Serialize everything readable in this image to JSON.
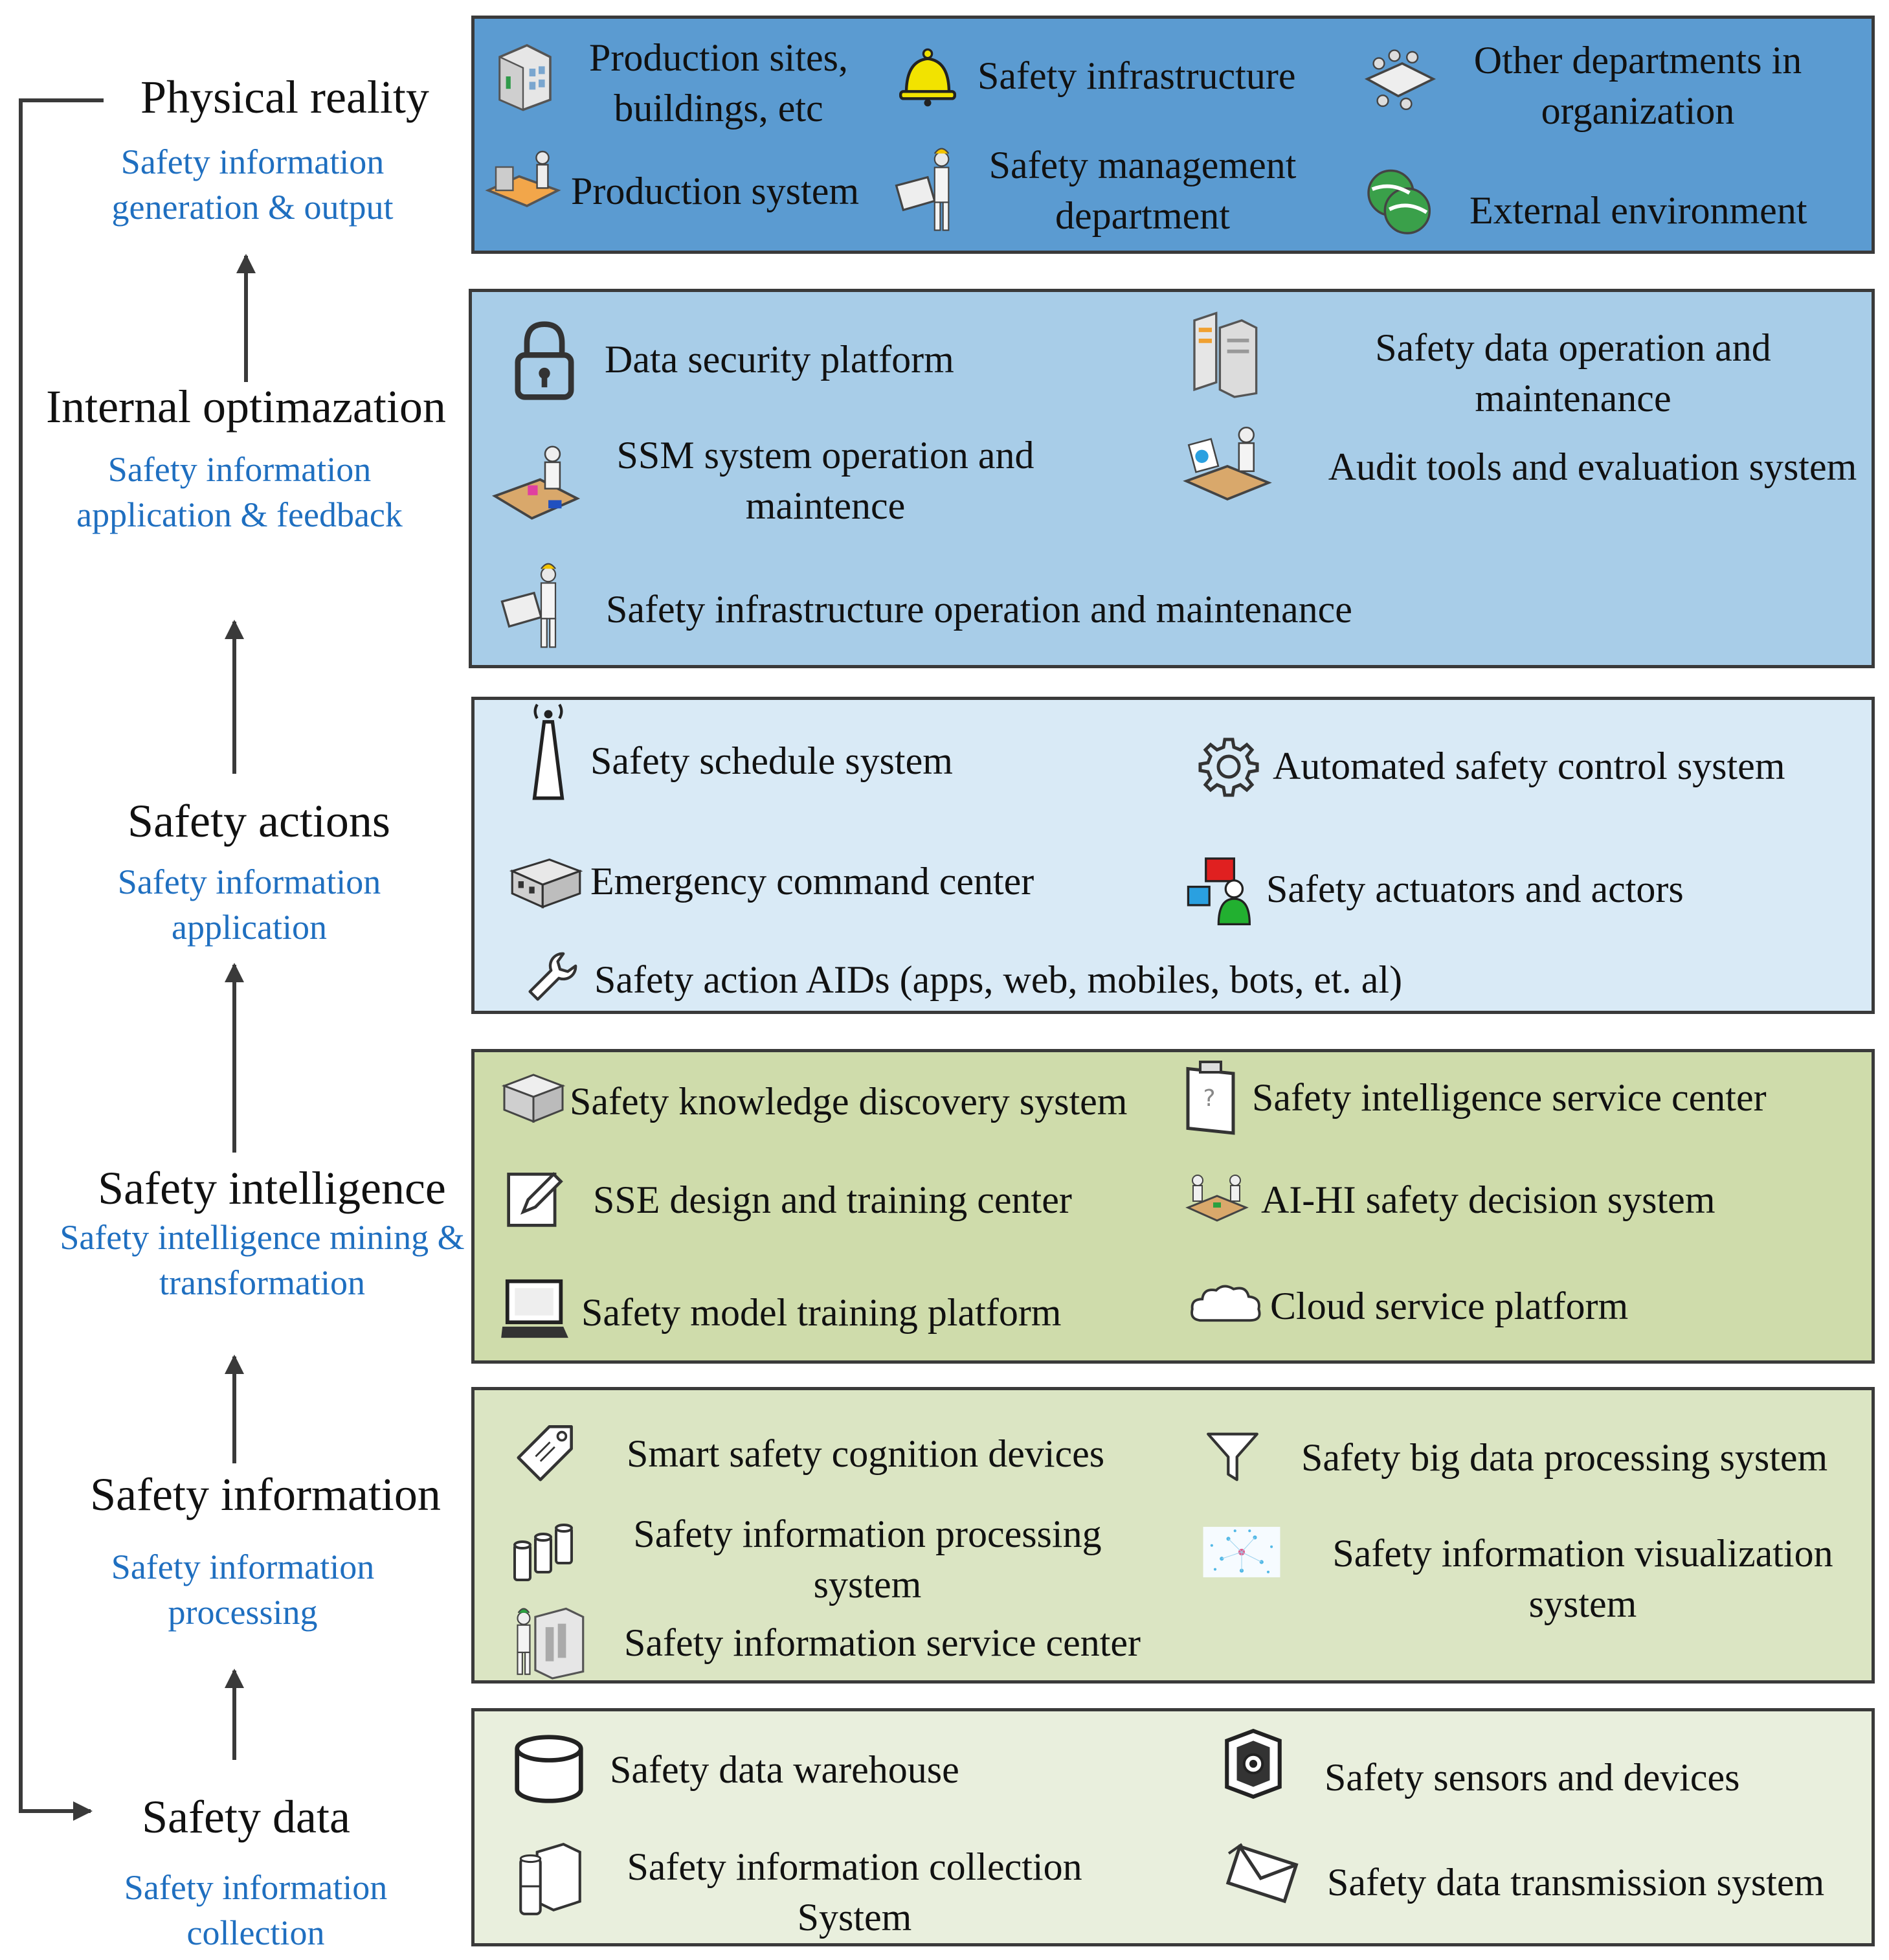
{
  "colors": {
    "stage_title": "#111111",
    "stage_sub": "#1f6fc0",
    "panel_physical": "#5b9bd1",
    "panel_optimization": "#a8cde8",
    "panel_actions": "#d9eaf6",
    "panel_intelligence": "#cfdcab",
    "panel_information": "#dbe5c3",
    "panel_data": "#e9efdd",
    "border": "#3a3a3a",
    "arrow": "#3a3a3a"
  },
  "stages": [
    {
      "title": "Physical reality",
      "subtitle": "Safety information generation & output"
    },
    {
      "title": "Internal optimazation",
      "subtitle": "Safety information application & feedback"
    },
    {
      "title": "Safety actions",
      "subtitle": "Safety information application"
    },
    {
      "title": "Safety intelligence",
      "subtitle": "Safety intelligence mining & transformation"
    },
    {
      "title": "Safety information",
      "subtitle": "Safety information processing"
    },
    {
      "title": "Safety data",
      "subtitle": "Safety information collection"
    }
  ],
  "panels": {
    "physical": {
      "items": [
        {
          "label": "Production sites, buildings, etc",
          "icon": "building-icon"
        },
        {
          "label": "Safety infrastructure",
          "icon": "bell-icon"
        },
        {
          "label": "Other departments in organization",
          "icon": "meeting-icon"
        },
        {
          "label": "Production system",
          "icon": "worker-machine-icon"
        },
        {
          "label": "Safety management department",
          "icon": "engineer-blueprint-icon"
        },
        {
          "label": "External environment",
          "icon": "globe-icon"
        }
      ]
    },
    "optimization": {
      "items": [
        {
          "label": "Data security platform",
          "icon": "padlock-icon"
        },
        {
          "label": "Safety data operation and maintenance",
          "icon": "server-rack-icon"
        },
        {
          "label": "SSM system operation and maintence",
          "icon": "operator-desk-icon"
        },
        {
          "label": "Audit tools and evaluation system",
          "icon": "auditor-icon"
        },
        {
          "label": "Safety infrastructure operation and maintenance",
          "icon": "engineer-blueprint-icon"
        }
      ]
    },
    "actions": {
      "items": [
        {
          "label": "Safety schedule system",
          "icon": "antenna-tower-icon"
        },
        {
          "label": "Automated safety control system",
          "icon": "gear-icon"
        },
        {
          "label": "Emergency command center",
          "icon": "router-box-icon"
        },
        {
          "label": "Safety actuators and actors",
          "icon": "actor-monitor-icon"
        },
        {
          "label": "Safety action AIDs (apps, web, mobiles, bots, et. al)",
          "icon": "wrench-icon"
        }
      ]
    },
    "intelligence": {
      "items": [
        {
          "label": "Safety knowledge discovery system",
          "icon": "stack-icon"
        },
        {
          "label": "Safety intelligence service center",
          "icon": "clipboard-icon"
        },
        {
          "label": "SSE design and training center",
          "icon": "pencil-edit-icon"
        },
        {
          "label": "AI-HI safety decision system",
          "icon": "people-desk-icon"
        },
        {
          "label": "Safety model training platform",
          "icon": "laptop-icon"
        },
        {
          "label": "Cloud service platform",
          "icon": "cloud-icon"
        }
      ]
    },
    "information": {
      "items": [
        {
          "label": "Smart safety cognition devices",
          "icon": "tag-icon"
        },
        {
          "label": "Safety big data processing system",
          "icon": "funnel-icon"
        },
        {
          "label": "Safety information processing system",
          "icon": "cylinders-icon"
        },
        {
          "label": "Safety information visualization system",
          "icon": "network-dots-icon"
        },
        {
          "label": "Safety information service center",
          "icon": "server-person-icon"
        }
      ]
    },
    "data": {
      "items": [
        {
          "label": "Safety data warehouse",
          "icon": "database-icon"
        },
        {
          "label": "Safety sensors and devices",
          "icon": "sensor-cube-icon"
        },
        {
          "label": "Safety information collection System",
          "icon": "storage-units-icon"
        },
        {
          "label": "Safety data transmission system",
          "icon": "envelope-icon"
        }
      ]
    }
  }
}
